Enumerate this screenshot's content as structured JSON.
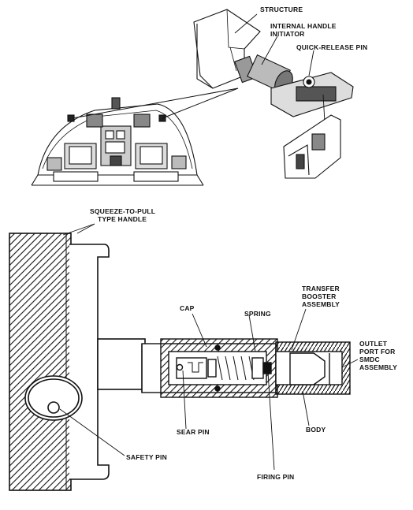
{
  "labels": {
    "structure": "STRUCTURE",
    "internal_handle_initiator": [
      "INTERNAL HANDLE",
      "INITIATOR"
    ],
    "quick_release_pin": "QUICK-RELEASE PIN",
    "squeeze_to_pull": [
      "SQUEEZE-TO-PULL",
      "TYPE HANDLE"
    ],
    "cap": "CAP",
    "spring": "SPRING",
    "transfer_booster": [
      "TRANSFER",
      "BOOSTER",
      "ASSEMBLY"
    ],
    "outlet_port": [
      "OUTLET",
      "PORT FOR",
      "SMDC",
      "ASSEMBLY"
    ],
    "sear_pin": "SEAR PIN",
    "body": "BODY",
    "safety_pin": "SAFETY PIN",
    "firing_pin": "FIRING PIN"
  },
  "colors": {
    "ink": "#111111",
    "paper": "#ffffff",
    "shade": "#555555"
  }
}
